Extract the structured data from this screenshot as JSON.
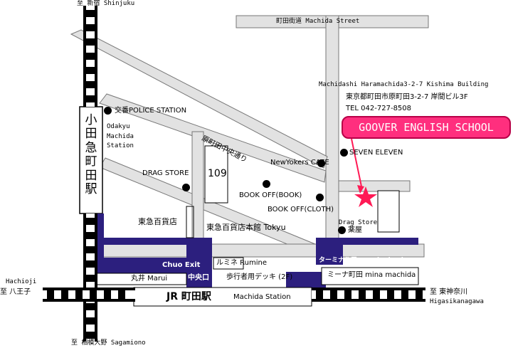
{
  "roads": {
    "top_street": "町田街道 Machida Street",
    "hara_dori": "原町田中央通り"
  },
  "stations": {
    "odakyu_vertical": [
      "小",
      "田",
      "急",
      "町",
      "田",
      "駅"
    ],
    "odakyu_label": "Odakyu Machida Station",
    "jr_name": "JR 町田駅",
    "jr_en": "Machida Station"
  },
  "directions": {
    "north": "至 新宿 Shinjuku",
    "south": "至 相模大野 Sagamiono",
    "west_en": "Hachioji",
    "west_jp": "至 八王子",
    "east_jp": "至 東神奈川",
    "east_en": "Higasikanagawa"
  },
  "address": {
    "line1": "Machidashi Haramachida3-2-7 Kishima Building",
    "line2": "東京都町田市原町田3-2-7 岸間ビル3F",
    "tel": "TEL 042-727-8508"
  },
  "school": {
    "name": "GOOVER ENGLISH SCHOOL",
    "color": "#ff2f7e"
  },
  "landmarks": {
    "police": "交番POLICE STATION",
    "drag_store_left": "DRAG STORE",
    "newyorkers": "NewYokers CAFE",
    "seven_eleven": "SEVEN ELEVEN",
    "bookoff_book": "BOOK OFF(BOOK)",
    "bookoff_cloth": "BOOK OFF(CLOTH)",
    "drag_store_right": "Drag Store",
    "yakkyoku": "薬屋",
    "tokyu_dept": "東急百貨店",
    "tokyu_honkan": "東急百貨店本館 Tokyu",
    "bldg_109": "109",
    "lumine": "ルミネ Rumine",
    "marui": "丸井 Marui",
    "deck": "歩行者用デッキ (2F)",
    "mina": "ミーナ町田 mina machida"
  },
  "exits": {
    "chuo": "Chuo Exit",
    "chuo_jp": "中央口",
    "terminal": "ターミナル口 Terminal Exit"
  },
  "colors": {
    "station_blue": "#2c1f7e",
    "road_gray": "#e2e2e2",
    "star": "#ff1a55"
  }
}
